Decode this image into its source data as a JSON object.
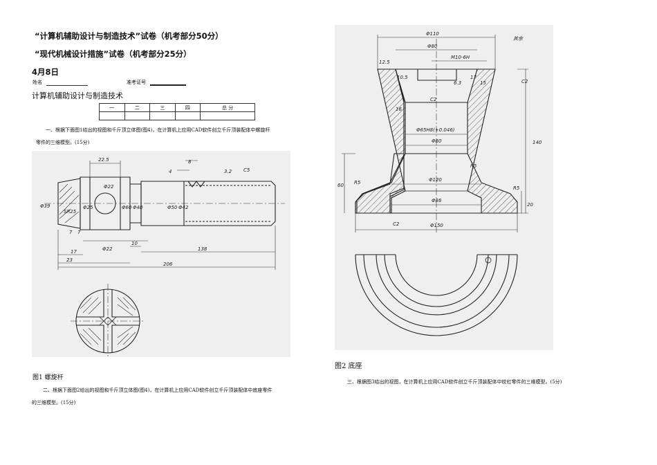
{
  "header": {
    "title1": "“计算机辅助设计与制造技术”试卷（机考部分50分）",
    "title2": "“现代机械设计措施”试卷（机考部分25分）",
    "date": "4月8日",
    "name_label": "姓名",
    "id_label": "准考证号"
  },
  "section_title": "计算机辅助设计与制造技术",
  "score_table": {
    "headers": [
      "一",
      "二",
      "三",
      "四",
      "总 分"
    ]
  },
  "questions": {
    "q1_line1": "一、根据下面图1给出的视图和千斤顶立体图(图4)，在计算机上应用CAD软件创立千斤顶装配体中螺旋杆",
    "q1_line2": "零件的三维模型。(15分)",
    "q2_line1": "二、根据下面图2给出的视图和千斤顶立体图(图4)，在计算机上应用CAD软件创立千斤顶装配体中底座零件",
    "q2_line2": "的三维模型。(15分)",
    "q3_line1": "三、根据图3给出的视图，在计算机上应用CAD软件创立千斤顶装配体中绞杠零件的三维模型。(5分)"
  },
  "figure1": {
    "caption": "图1  螺旋杆",
    "dims": {
      "d39": "Φ39",
      "sr25": "SR25",
      "d25": "Φ25",
      "d22a": "Φ22",
      "d22b": "Φ22",
      "d60": "Φ60",
      "d40": "Φ40",
      "d50": "Φ50",
      "d42": "Φ42",
      "l225": "22.5",
      "l4": "4",
      "l8": "8",
      "r32": "3.2",
      "c5": "C5",
      "l7a": "7",
      "l7b": "7",
      "l17": "17",
      "l23": "23",
      "l10": "10",
      "l138": "138",
      "l206": "206"
    }
  },
  "figure2": {
    "caption": "图2  底座",
    "dims": {
      "d110": "Φ110",
      "d80a": "Φ80",
      "m10": "M10-6H",
      "qiyu": "其余",
      "l125": "12.5",
      "l105": "10.5",
      "l63": "6.3",
      "l17": "17",
      "l15": "15",
      "c2a": "C2",
      "c2b": "C2",
      "c2c": "C2",
      "l16": "16",
      "d65": "Φ65H8(+0.046)",
      "d80b": "Φ80",
      "r5a": "R5",
      "r5b": "R5",
      "r5c": "R5",
      "l140": "140",
      "l60": "60",
      "d120": "Φ120",
      "d86": "Φ86",
      "l20": "20",
      "d150": "Φ150"
    }
  }
}
